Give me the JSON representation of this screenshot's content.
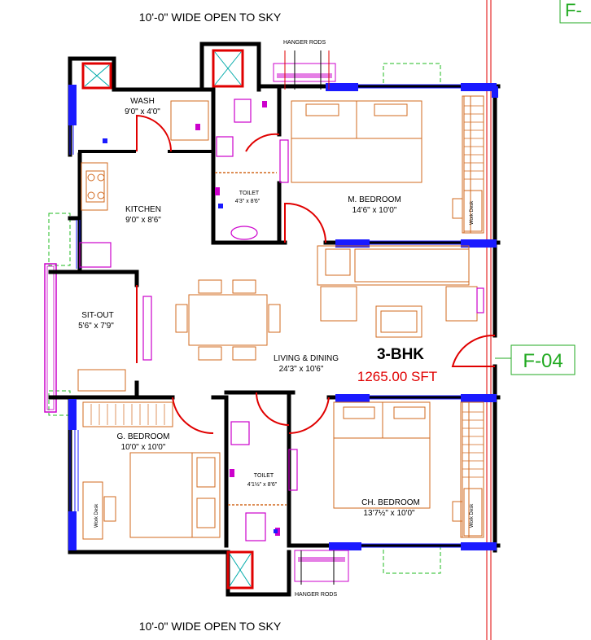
{
  "top_note": "10'-0\" WIDE OPEN TO SKY",
  "bottom_note": "10'-0\" WIDE OPEN TO SKY",
  "hanger_top": "HANGER RODS",
  "hanger_bottom": "HANGER RODS",
  "flat_code": "F-04",
  "flat_code_partial": "F-",
  "type": "3-BHK",
  "area": "1265.00 SFT",
  "rooms": {
    "wash": {
      "name": "WASH",
      "size": "9'0\" x 4'0\""
    },
    "kitchen": {
      "name": "KITCHEN",
      "size": "9'0\" x 8'6\""
    },
    "toilet1": {
      "name": "TOILET",
      "size": "4'3\" x 8'6\""
    },
    "master": {
      "name": "M. BEDROOM",
      "size": "14'6\" x 10'0\""
    },
    "sitout": {
      "name": "SIT-OUT",
      "size": "5'6\" x 7'9\""
    },
    "living": {
      "name": "LIVING & DINING",
      "size": "24'3\" x 10'6\""
    },
    "guest": {
      "name": "G. BEDROOM",
      "size": "10'0\" x 10'0\""
    },
    "toilet2": {
      "name": "TOILET",
      "size": "4'1½\" x 8'6\""
    },
    "child": {
      "name": "CH. BEDROOM",
      "size": "13'7½\" x 10'0\""
    }
  },
  "work_desk": "Work Desk",
  "colors": {
    "wall": "#000000",
    "window": "#1a1aff",
    "furniture": "#d2691e",
    "door": "#e00000",
    "fixture": "#cc00cc",
    "greenline": "#22bb22",
    "area": "#e00000",
    "tag": "#22aa22"
  }
}
